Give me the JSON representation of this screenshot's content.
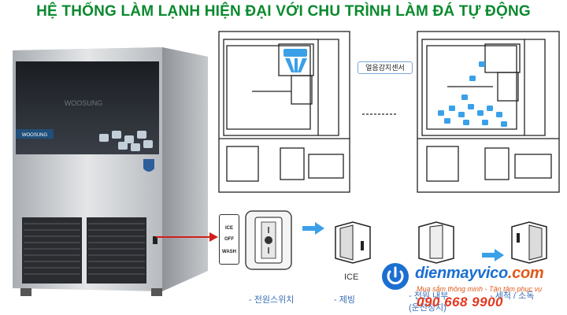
{
  "title": "HỆ THỐNG LÀM LẠNH HIỆN ĐẠI VỚI CHU TRÌNH LÀM ĐÁ TỰ ĐỘNG",
  "machine": {
    "brand_top": "WOOSUNG",
    "brand_badge": "WOOSUNG"
  },
  "diagram": {
    "sensor_label": "얼음감지센서"
  },
  "switch": {
    "labels": [
      "ICE",
      "OFF",
      "WASH"
    ],
    "ice_label": "ICE"
  },
  "captions": {
    "power_switch": "- 전원스위치",
    "ice_making": "- 제빙",
    "operation": "- 전원 내부",
    "operation_sub": "(운전정지)",
    "cleaning": "- 세척 / 소독"
  },
  "logo": {
    "brand": "dienmayvico",
    "brand_suffix": ".com",
    "slogan": "Mua sắm thông minh - Tận tâm phục vụ",
    "phone": "090 668 9900"
  },
  "colors": {
    "title": "#0a8a2e",
    "accent_blue": "#1b6fd1",
    "ice_blue": "#3aa0e8",
    "arrow_red": "#d0201a",
    "phone": "#e4381e"
  }
}
